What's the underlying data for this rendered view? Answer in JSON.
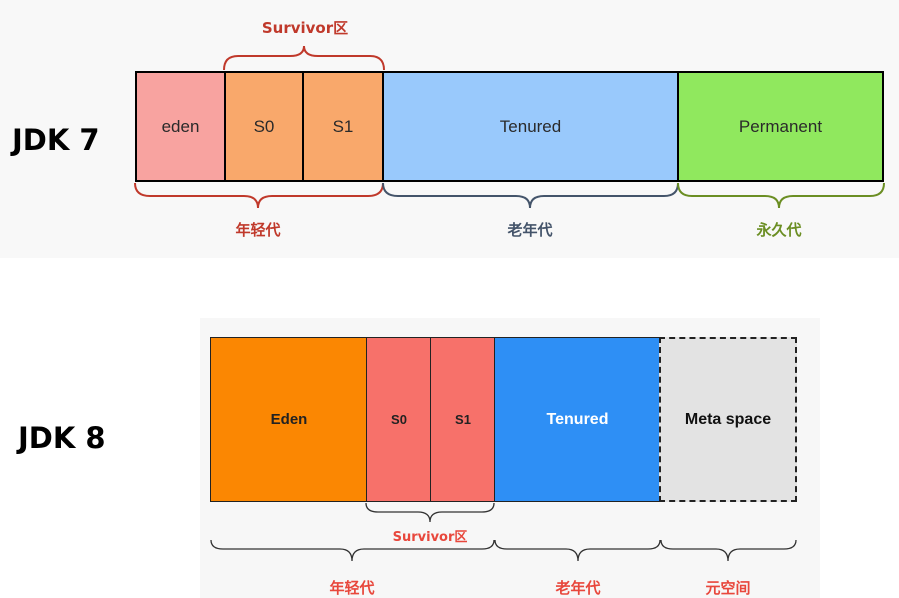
{
  "jdk7": {
    "title": "JDK 7",
    "survivor_label": "Survivor区",
    "regions": [
      {
        "name": "eden",
        "label": "eden",
        "color": "#f8a3a0"
      },
      {
        "name": "s0",
        "label": "S0",
        "color": "#f9a86b"
      },
      {
        "name": "s1",
        "label": "S1",
        "color": "#f9a86b"
      },
      {
        "name": "tenured",
        "label": "Tenured",
        "color": "#99c9fc"
      },
      {
        "name": "permanent",
        "label": "Permanent",
        "color": "#90e85e"
      }
    ],
    "groups": [
      {
        "name": "young",
        "label": "年轻代",
        "color": "#c0392b"
      },
      {
        "name": "old",
        "label": "老年代",
        "color": "#44546a"
      },
      {
        "name": "perm",
        "label": "永久代",
        "color": "#6b8e23"
      }
    ]
  },
  "jdk8": {
    "title": "JDK 8",
    "survivor_label": "Survivor区",
    "regions": [
      {
        "name": "eden",
        "label": "Eden",
        "color": "#fb8702"
      },
      {
        "name": "s0",
        "label": "S0",
        "color": "#f7716a"
      },
      {
        "name": "s1",
        "label": "S1",
        "color": "#f7716a"
      },
      {
        "name": "tenured",
        "label": "Tenured",
        "color": "#2e8ff5"
      },
      {
        "name": "meta",
        "label": "Meta space",
        "color": "#e3e3e3"
      }
    ],
    "groups": [
      {
        "name": "young",
        "label": "年轻代",
        "color": "#e8473c"
      },
      {
        "name": "old",
        "label": "老年代",
        "color": "#e8473c"
      },
      {
        "name": "meta",
        "label": "元空间",
        "color": "#e8473c"
      }
    ]
  }
}
